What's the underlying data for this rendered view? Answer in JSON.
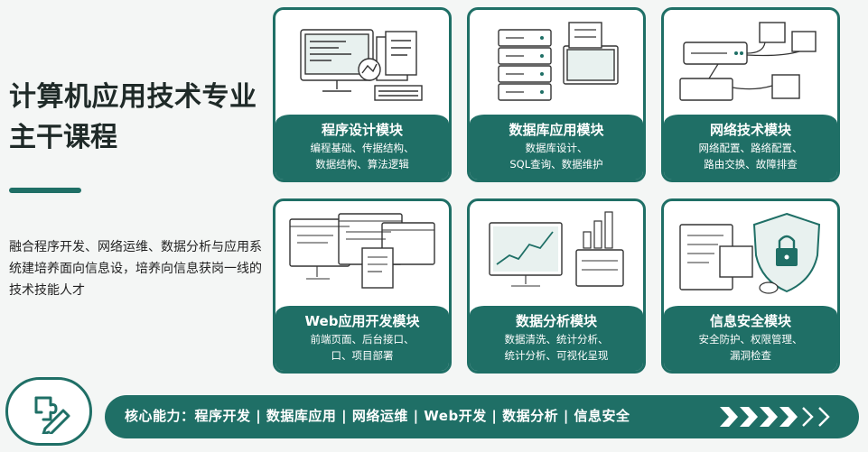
{
  "title": {
    "line1": "计算机应用技术专业",
    "line2": "主干课程"
  },
  "description": "融合程序开发、网络运维、数据分析与应用系统建培养面向信息设，培养向信息获岗一线的技术技能人才",
  "cards": [
    {
      "title": "程序设计模块",
      "line1": "编程基础、传据结构、",
      "line2": "数据结构、算法逻辑"
    },
    {
      "title": "数据库应用模块",
      "line1": "数据库设计、",
      "line2": "SQL查询、数据维护"
    },
    {
      "title": "网络技术模块",
      "line1": "网络配置、路络配置、",
      "line2": "路由交换、故障排查"
    },
    {
      "title": "Web应用开发模块",
      "line1": "前端页面、后台接口、",
      "line2": "口、项目部署"
    },
    {
      "title": "数据分析模块",
      "line1": "数据清洗、统计分析、",
      "line2": "统计分析、可视化呈现"
    },
    {
      "title": "信息安全模块",
      "line1": "安全防护、权限管理、",
      "line2": "漏洞检查"
    }
  ],
  "bottom": {
    "text": "核心能力：程序开发 | 数据库应用 | 网络运维 | Web开发 | 数据分析 | 信息安全"
  },
  "icons": {
    "card1": "computer-code-icon",
    "card2": "database-server-icon",
    "card3": "network-switch-icon",
    "card4": "web-pages-icon",
    "card5": "data-chart-icon",
    "card6": "security-shield-icon",
    "bottom": "puzzle-pen-icon",
    "arrows": "chevron-arrows-icon"
  },
  "colors": {
    "accent": "#1f6f66",
    "background": "#f4f6f5"
  }
}
